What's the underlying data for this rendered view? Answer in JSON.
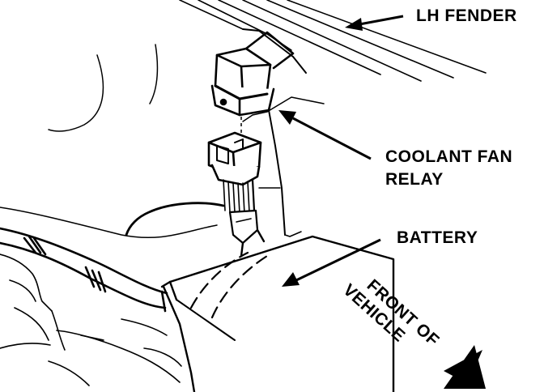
{
  "diagram": {
    "labels": {
      "lh_fender": "LH FENDER",
      "relay_line1": "COOLANT FAN",
      "relay_line2": "RELAY",
      "battery": "BATTERY",
      "front_line1": "FRONT OF",
      "front_line2": "VEHICLE"
    },
    "colors": {
      "ink": "#000000",
      "paper": "#ffffff"
    },
    "icons": [
      "leader-arrow",
      "front-direction-arrow"
    ]
  }
}
